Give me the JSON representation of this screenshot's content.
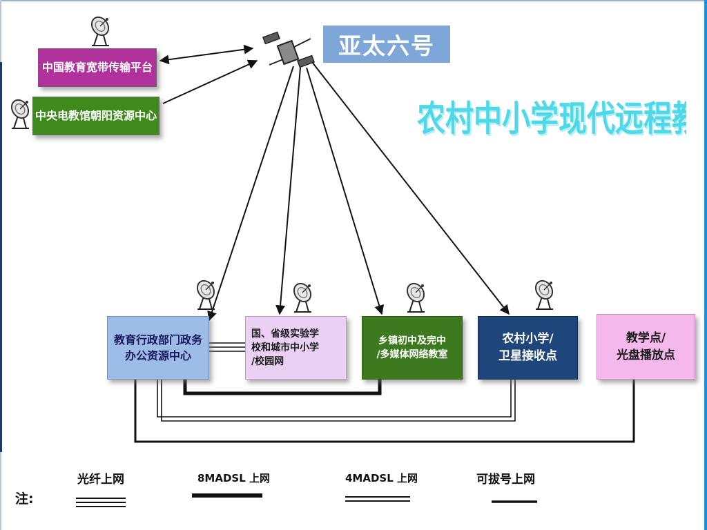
{
  "satellite": {
    "name": "亚太六号"
  },
  "title": "农村中小学现代远程教育规划图",
  "sources": [
    {
      "label": "中国教育宽带传输平台",
      "color": "#b0309c"
    },
    {
      "label": "中央电教馆朝阳资源中心",
      "color": "#3e8a1c"
    }
  ],
  "receivers": [
    {
      "lines": [
        "教育行政部门政务",
        "办公资源中心"
      ],
      "color": "#9dbce8"
    },
    {
      "lines": [
        "国、省级实验学",
        "校和城市中小学",
        "/校园网"
      ],
      "color": "#ead1f3"
    },
    {
      "lines": [
        "乡镇初中及完中",
        "/多媒体网络教室"
      ],
      "color": "#3d7a1f"
    },
    {
      "lines": [
        "农村小学/",
        "卫星接收点"
      ],
      "color": "#1e467a"
    },
    {
      "lines": [
        "教学点/",
        "光盘播放点"
      ],
      "color": "#f4b8ec"
    }
  ],
  "legend": {
    "title": "注:",
    "items": [
      {
        "label": "光纤上网",
        "style": "triple-thin"
      },
      {
        "label": "8MADSL 上网",
        "style": "thick"
      },
      {
        "label": "4MADSL 上网",
        "style": "double-thin"
      },
      {
        "label": "可拔号上网",
        "style": "medium"
      }
    ]
  },
  "icons": {
    "dish": "satellite-dish-icon",
    "satellite": "satellite-icon"
  }
}
